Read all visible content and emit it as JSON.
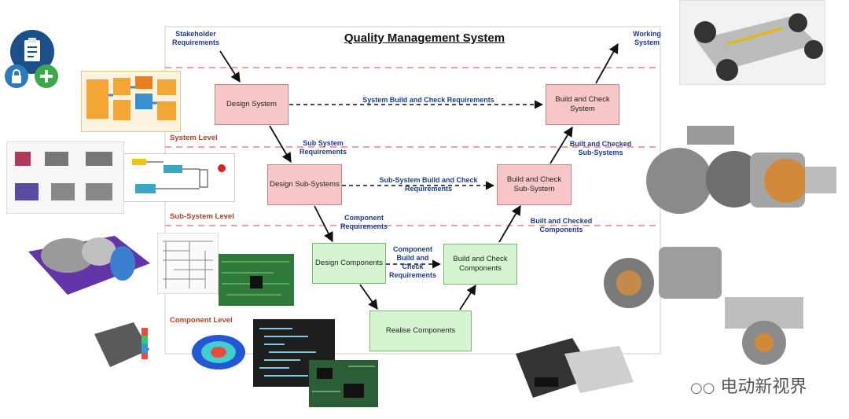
{
  "diagram": {
    "title": "Quality Management System",
    "top_left_label": "Stakeholder\nRequirements",
    "top_right_label": "Working\nSystem",
    "levels": {
      "system": "System Level",
      "subsystem": "Sub-System Level",
      "component": "Component Level"
    },
    "boxes": {
      "design_system": "Design System",
      "design_subsystems": "Design Sub-Systems",
      "design_components": "Design Components",
      "realise_components": "Realise Components",
      "build_check_components": "Build and Check Components",
      "build_check_subsystem": "Build and Check Sub-System",
      "build_check_system": "Build and Check System"
    },
    "arrow_labels": {
      "system_build_req": "System Build and Check Requirements",
      "subsystem_build_req": "Sub-System Build and Check\nRequirements",
      "component_build_req": "Component\nBuild and Check\nRequirements",
      "subsystem_req": "Sub System\nRequirements",
      "component_req": "Component\nRequirements",
      "built_checked_subsystems": "Built and Checked\nSub-Systems",
      "built_checked_components": "Built and Checked\nComponents"
    },
    "colors": {
      "design_box": "#f7c6c9",
      "build_box": "#d5f5d1",
      "dashed_line": "#f08080",
      "label_blue": "#1f3a93",
      "level_red": "#c0392b"
    }
  },
  "badges": {
    "clipboard_icon": "clipboard-icon",
    "lock_icon": "lock-icon",
    "plus_icon": "plus-icon"
  },
  "watermark": "电动新视界"
}
